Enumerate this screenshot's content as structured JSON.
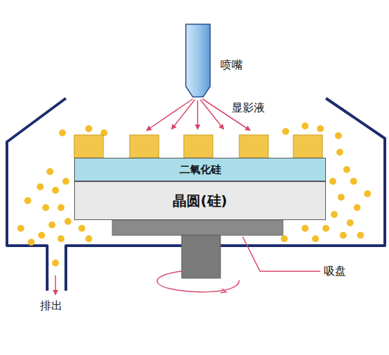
{
  "diagram": {
    "nodes": [
      {
        "text": [
          "二氧化硅"
        ]
      },
      {
        "text": [
          "晶圆(硅)"
        ]
      }
    ],
    "labels": [
      "喷嘴",
      "显影液",
      "吸盘",
      "排出"
    ]
  }
}
